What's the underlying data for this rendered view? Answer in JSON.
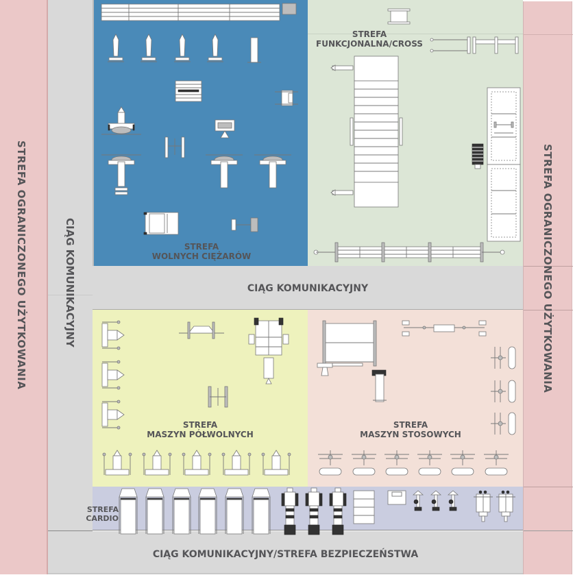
{
  "plan": {
    "colors": {
      "restricted": "#ebc8c8",
      "corridor": "#d9d9d9",
      "free_weights": "#4a8ab8",
      "functional": "#dce6d6",
      "semi_free": "#eef2bd",
      "stack": "#f3e0d8",
      "cardio": "#cacde0",
      "label": "#555558"
    },
    "zones": {
      "restricted_left": {
        "label": "STREFA OGRANICZONEGO UŻYTKOWANIA"
      },
      "restricted_right": {
        "label": "STREFA OGRANICZONEGO UŻYTKOWANIA"
      },
      "corridor_left": {
        "label": "CIĄG KOMUNIKACYJNY"
      },
      "corridor_middle": {
        "label": "CIĄG KOMUNIKACYJNY"
      },
      "corridor_bottom": {
        "label": "CIĄG KOMUNIKACYJNY/STREFA BEZPIECZEŃSTWA"
      },
      "free_weights": {
        "label_line1": "STREFA",
        "label_line2": "WOLNYCH CIĘŻARÓW"
      },
      "functional": {
        "label_line1": "STREFA",
        "label_line2": "FUNKCJONALNA/CROSS"
      },
      "semi_free": {
        "label_line1": "STREFA",
        "label_line2": "MASZYN PÓŁWOLNYCH"
      },
      "stack": {
        "label_line1": "STREFA",
        "label_line2": "MASZYN STOSOWYCH"
      },
      "cardio": {
        "label_line1": "STREFA",
        "label_line2": "CARDIO"
      }
    },
    "equipment": {
      "free_weights": [
        "dumbbell-rack",
        "adjustable-bench",
        "adjustable-bench",
        "adjustable-bench",
        "adjustable-bench",
        "flat-bench",
        "plate-tree",
        "preacher-curl",
        "incline-bench-press",
        "seated-bench",
        "weight-plate-rack",
        "decline-bench-press",
        "bench-press",
        "bench-press",
        "power-rack",
        "barbell-rack"
      ],
      "functional": [
        "plyo-box",
        "pull-up-bars",
        "cross-rig",
        "kettlebell-rack",
        "lifting-platform",
        "lifting-platform",
        "monkey-bars"
      ],
      "semi_free": [
        "hammer-machine",
        "hammer-machine",
        "hammer-machine",
        "t-bar-row",
        "smith-machine",
        "plate-storage",
        "leg-press",
        "leg-press",
        "leg-press",
        "leg-press",
        "leg-press"
      ],
      "stack": [
        "multi-station",
        "cable-crossover",
        "bench",
        "stack-machine",
        "stack-machine",
        "stack-machine",
        "stack-machine",
        "stack-machine",
        "stack-machine",
        "stack-machine",
        "stack-machine",
        "stack-machine"
      ],
      "cardio": [
        "treadmill",
        "treadmill",
        "treadmill",
        "treadmill",
        "treadmill",
        "treadmill",
        "elliptical",
        "elliptical",
        "elliptical",
        "rower",
        "mat",
        "exercise-bike",
        "exercise-bike",
        "exercise-bike",
        "stair-climber",
        "stair-climber"
      ]
    }
  }
}
